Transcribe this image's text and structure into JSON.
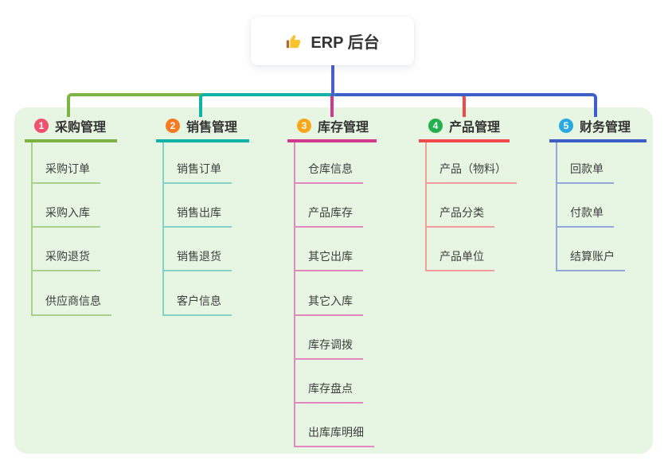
{
  "root": {
    "title": "ERP 后台",
    "icon": "thumbs-up"
  },
  "panel_color": "#e7f6e2",
  "connector_colors": {
    "root_stem": "#4a5ecd"
  },
  "branches": [
    {
      "num": "1",
      "label": "采购管理",
      "badge_color": "#f1506e",
      "line_color": "#7cb342",
      "child_line_color": "#a9d18c",
      "children": [
        "采购订单",
        "采购入库",
        "采购退货",
        "供应商信息"
      ]
    },
    {
      "num": "2",
      "label": "销售管理",
      "badge_color": "#f47b20",
      "line_color": "#11b3a8",
      "child_line_color": "#82d2c8",
      "children": [
        "销售订单",
        "销售出库",
        "销售退货",
        "客户信息"
      ]
    },
    {
      "num": "3",
      "label": "库存管理",
      "badge_color": "#f9a61a",
      "line_color": "#d2388c",
      "child_line_color": "#e487be",
      "children": [
        "仓库信息",
        "产品库存",
        "其它出库",
        "其它入库",
        "库存调拨",
        "库存盘点",
        "出库库明细"
      ]
    },
    {
      "num": "4",
      "label": "产品管理",
      "badge_color": "#23b14d",
      "line_color": "#f0494c",
      "child_line_color": "#f59d9e",
      "children": [
        "产品（物料）",
        "产品分类",
        "产品单位"
      ]
    },
    {
      "num": "5",
      "label": "财务管理",
      "badge_color": "#29a9e0",
      "line_color": "#3f5fc8",
      "child_line_color": "#93a7db",
      "children": [
        "回款单",
        "付款单",
        "结算账户"
      ]
    }
  ]
}
